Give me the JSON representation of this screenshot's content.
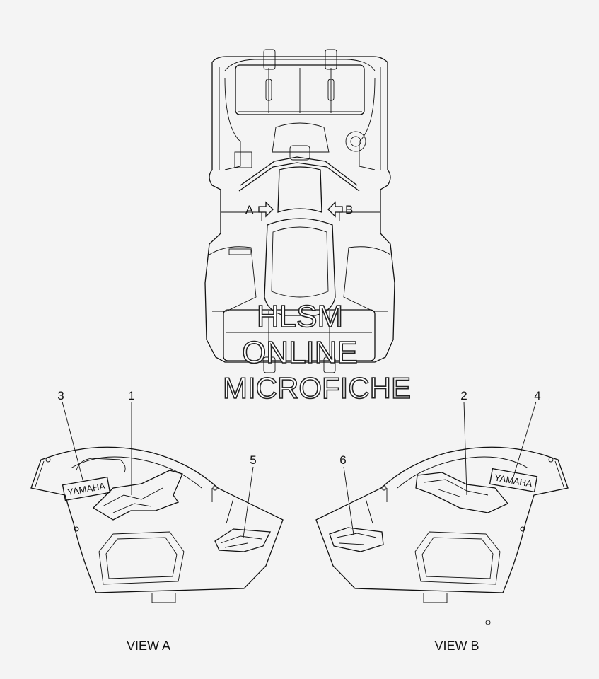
{
  "arrows": {
    "left_label": "A",
    "right_label": "B"
  },
  "callouts": [
    "1",
    "2",
    "3",
    "4",
    "5",
    "6"
  ],
  "decals": {
    "left_logo": "YAMAHA",
    "right_logo": "YAMAHA"
  },
  "views": {
    "left": "VIEW A",
    "right": "VIEW B"
  },
  "watermark": {
    "line1": "HLSM",
    "line2": "ONLINE",
    "line3": "MICROFICHE"
  }
}
